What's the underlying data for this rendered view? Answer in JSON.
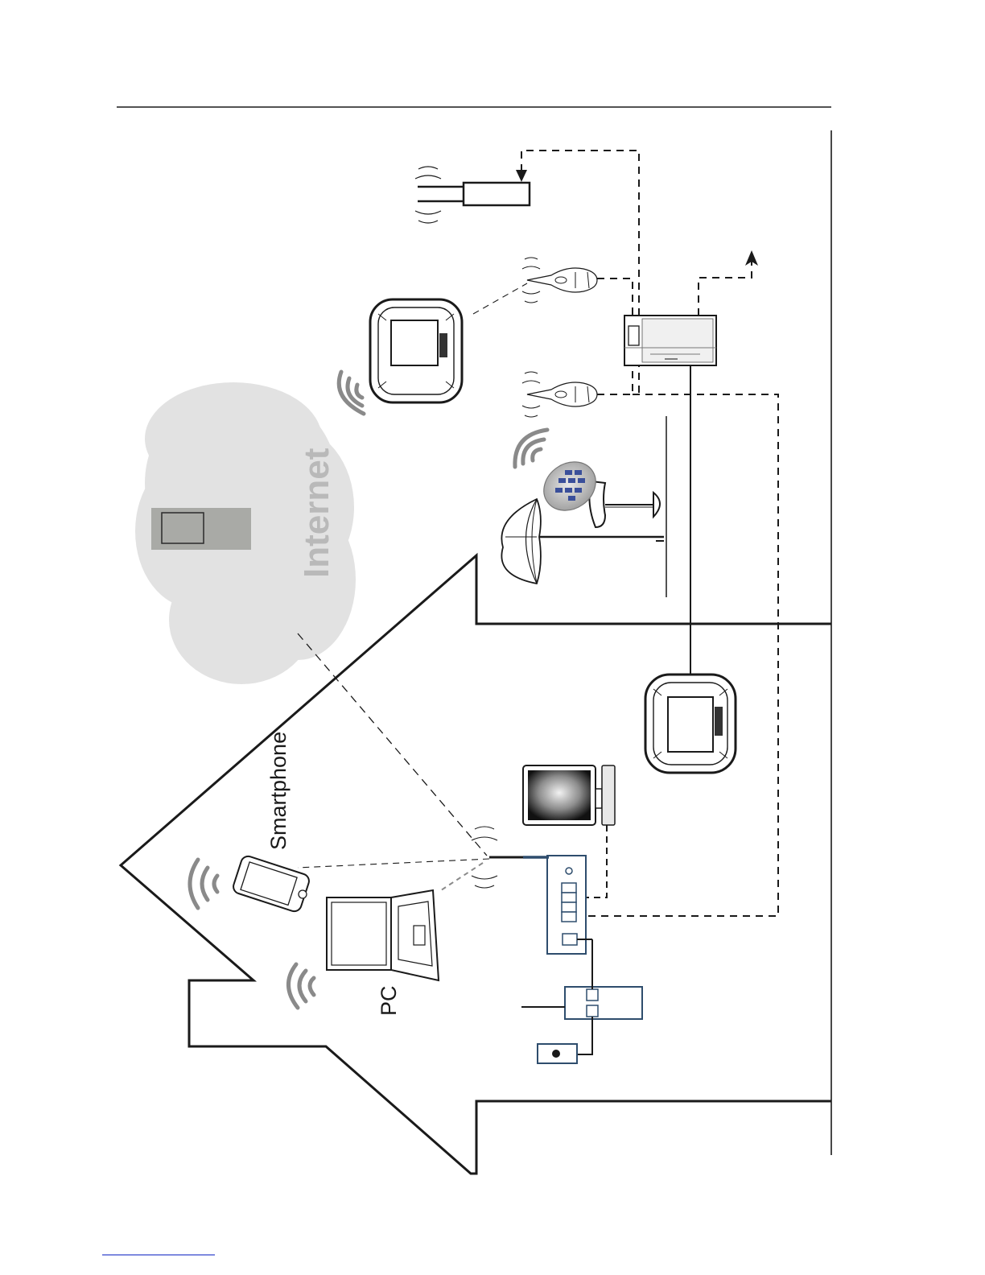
{
  "labels": {
    "internet": "Internet",
    "smartphone": "Smartphone",
    "pc": "PC"
  },
  "colors": {
    "line": "#1a1a1a",
    "cloud": "#e2e2e2",
    "cloud_text": "#b9b9b9",
    "wifi": "#8a8a8a",
    "blue_box": "#2e4d6d",
    "server": "#a9aaa6",
    "remote_buttons": "#3a4f9a"
  },
  "icons": [
    "cloud-icon",
    "server-icon",
    "wifi-icon",
    "antenna-icon",
    "sensor-icon",
    "control-panel-icon",
    "remote-icon",
    "umbrella-icon",
    "glass-icon",
    "router-icon",
    "modem-icon",
    "wall-socket-icon",
    "monitor-icon",
    "laptop-icon",
    "smartphone-icon",
    "arrow-icon"
  ]
}
